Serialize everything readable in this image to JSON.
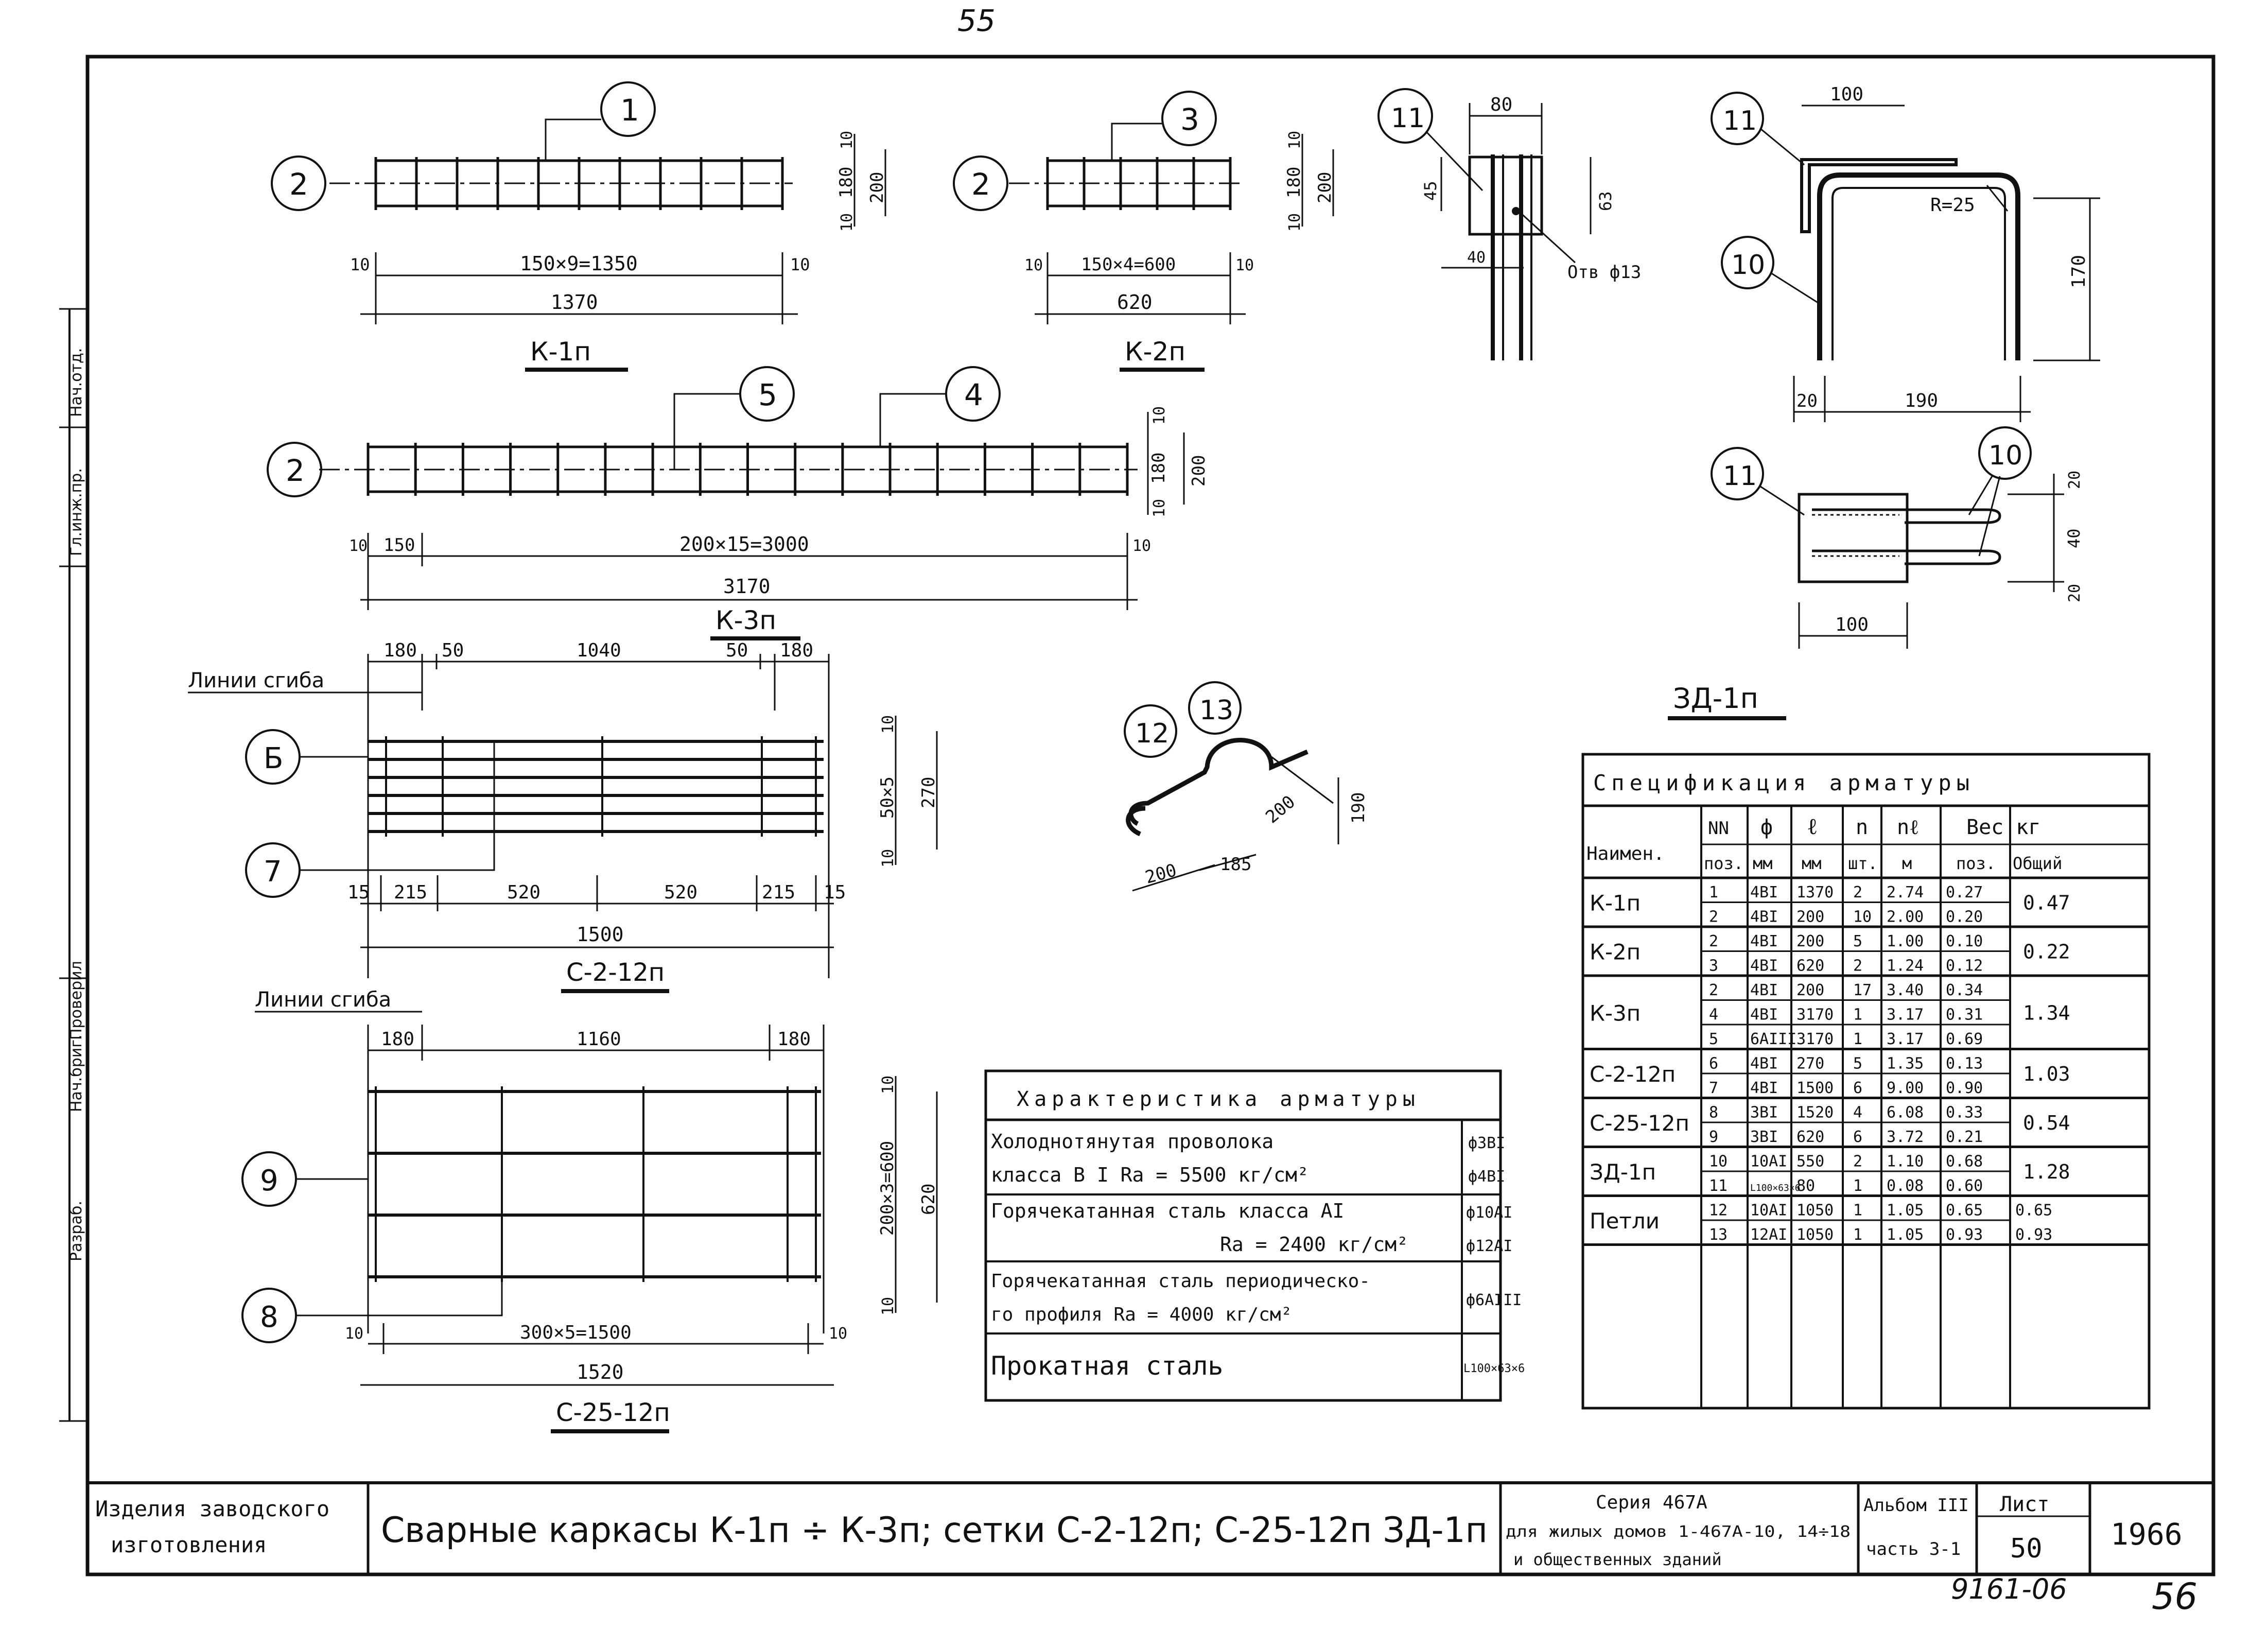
{
  "page_numbers": {
    "top": "55",
    "bottom": "56",
    "doc_code": "9161-06"
  },
  "side_stamps": [
    "Нач.отд.",
    "Гл.инж.пр.",
    "Разраб.",
    "Нач.бриг.",
    "Проверил"
  ],
  "bend_line_label": "Линии сгиба",
  "drawings": {
    "k1": {
      "title": "К-1п",
      "pos_top": "1",
      "pos_left": "2",
      "dim_main": "150×9=1350",
      "dim_total": "1370",
      "dim_edge": "10",
      "dim_h1": "10",
      "dim_h2": "180",
      "dim_h3": "10",
      "dim_h_total": "200"
    },
    "k2": {
      "title": "К-2п",
      "pos_top": "3",
      "pos_left": "2",
      "dim_main": "150×4=600",
      "dim_total": "620",
      "dim_edge": "10",
      "dim_h1": "10",
      "dim_h2": "180",
      "dim_h3": "10",
      "dim_h_total": "200"
    },
    "k3": {
      "title": "К-3п",
      "pos_a": "5",
      "pos_b": "4",
      "pos_left": "2",
      "dim_first": "150",
      "dim_main": "200×15=3000",
      "dim_total": "3170",
      "dim_edge": "10",
      "dim_h1": "10",
      "dim_h2": "180",
      "dim_h3": "10",
      "dim_h_total": "200"
    },
    "s212": {
      "title": "С-2-12п",
      "pos_top": "Б",
      "pos_bottom": "7",
      "top_dims": [
        "180",
        "50",
        "1040",
        "50",
        "180"
      ],
      "bottom_dims": [
        "15",
        "215",
        "520",
        "520",
        "215",
        "15"
      ],
      "dim_total": "1500",
      "dim_v_main": "50×5",
      "dim_v_total": "270",
      "dim_v_edge": "10"
    },
    "s2512": {
      "title": "С-25-12п",
      "pos_top": "9",
      "pos_bottom": "8",
      "top_dims": [
        "180",
        "1160",
        "180"
      ],
      "dim_main": "300×5=1500",
      "dim_total": "1520",
      "dim_edge": "10",
      "dim_v_main": "200×3=600",
      "dim_v_total": "620",
      "dim_v_edge": "10"
    },
    "loop": {
      "pos_a": "12",
      "pos_b": "13",
      "dims": [
        "200",
        "185",
        "200",
        "190"
      ]
    },
    "plate": {
      "pos": "11",
      "dims": [
        "80",
        "45",
        "63",
        "40"
      ],
      "hole": "Отв ф13"
    },
    "zd1": {
      "title": "ЗД-1п",
      "pos_a": "11",
      "pos_b": "10",
      "pos_c": "11",
      "pos_d": "10",
      "dims_top": [
        "100",
        "R=25",
        "170",
        "20",
        "190"
      ],
      "dims_plan": [
        "100",
        "20",
        "40",
        "20"
      ]
    }
  },
  "characteristics": {
    "title": "Характеристика арматуры",
    "rows": [
      {
        "text1": "Холоднотянутая проволока",
        "text2": "класса В I Rа = 5500 кг/см²",
        "mark1": "ф3ВI",
        "mark2": "ф4ВI"
      },
      {
        "text1": "Горячекатанная  сталь класса АI",
        "text2": "Rа = 2400 кг/см²",
        "mark1": "ф10АI",
        "mark2": "ф12АI"
      },
      {
        "text1": "Горячекатанная  сталь периодическо-",
        "text2": "го профиля          Rа = 4000 кг/см²",
        "mark1": "ф6АIII",
        "mark2": ""
      },
      {
        "text1": "Прокатная  сталь",
        "text2": "",
        "mark1": "L100×63×6",
        "mark2": ""
      }
    ]
  },
  "specification": {
    "title": "Спецификация арматуры",
    "headers": {
      "name": "Наимен.",
      "pos_top": "NN",
      "pos_bot": "поз.",
      "diam_top": "ф",
      "diam_bot": "мм",
      "len_top": "ℓ",
      "len_bot": "мм",
      "n_top": "n",
      "n_bot": "шт.",
      "nl_top": "nℓ",
      "nl_bot": "м",
      "weight": "Вес кг",
      "w_pos": "поз.",
      "w_total": "Общий"
    },
    "groups": [
      {
        "name": "К-1п",
        "total": "0.47",
        "rows": [
          [
            "1",
            "4ВI",
            "1370",
            "2",
            "2.74",
            "0.27"
          ],
          [
            "2",
            "4ВI",
            "200",
            "10",
            "2.00",
            "0.20"
          ]
        ]
      },
      {
        "name": "К-2п",
        "total": "0.22",
        "rows": [
          [
            "2",
            "4ВI",
            "200",
            "5",
            "1.00",
            "0.10"
          ],
          [
            "3",
            "4ВI",
            "620",
            "2",
            "1.24",
            "0.12"
          ]
        ]
      },
      {
        "name": "К-3п",
        "total": "1.34",
        "rows": [
          [
            "2",
            "4ВI",
            "200",
            "17",
            "3.40",
            "0.34"
          ],
          [
            "4",
            "4ВI",
            "3170",
            "1",
            "3.17",
            "0.31"
          ],
          [
            "5",
            "6АIII",
            "3170",
            "1",
            "3.17",
            "0.69"
          ]
        ]
      },
      {
        "name": "С-2-12п",
        "total": "1.03",
        "rows": [
          [
            "6",
            "4ВI",
            "270",
            "5",
            "1.35",
            "0.13"
          ],
          [
            "7",
            "4ВI",
            "1500",
            "6",
            "9.00",
            "0.90"
          ]
        ]
      },
      {
        "name": "С-25-12п",
        "total": "0.54",
        "rows": [
          [
            "8",
            "3ВI",
            "1520",
            "4",
            "6.08",
            "0.33"
          ],
          [
            "9",
            "3ВI",
            "620",
            "6",
            "3.72",
            "0.21"
          ]
        ]
      },
      {
        "name": "ЗД-1п",
        "total": "1.28",
        "rows": [
          [
            "10",
            "10АI",
            "550",
            "2",
            "1.10",
            "0.68"
          ],
          [
            "11",
            "L100×63×6",
            "80",
            "1",
            "0.08",
            "0.60"
          ]
        ]
      },
      {
        "name": "Петли",
        "total": "",
        "rows": [
          [
            "12",
            "10АI",
            "1050",
            "1",
            "1.05",
            "0.65",
            "0.65"
          ],
          [
            "13",
            "12АI",
            "1050",
            "1",
            "1.05",
            "0.93",
            "0.93"
          ]
        ]
      }
    ]
  },
  "title_block": {
    "left1": "Изделия заводского",
    "left2": "изготовления",
    "main_title": "Сварные каркасы К-1п ÷ К-3п; сетки С-2-12п; С-25-12п ЗД-1п",
    "series1": "Серия 467А",
    "series2": "для жилых домов 1-467А-10, 14÷18",
    "series3": "и общественных зданий",
    "album1": "Альбом III",
    "album2": "часть 3-1",
    "sheet_label": "Лист",
    "sheet_no": "50",
    "year": "1966"
  }
}
